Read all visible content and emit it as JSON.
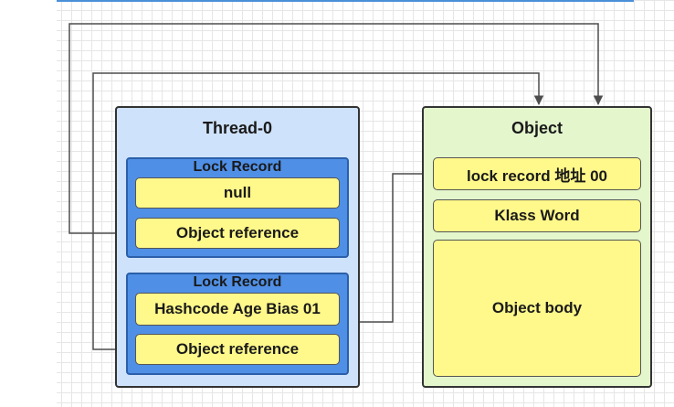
{
  "diagram": {
    "thread": {
      "title": "Thread-0",
      "records": [
        {
          "title": "Lock Record",
          "slot1": "null",
          "slot2": "Object reference"
        },
        {
          "title": "Lock Record",
          "slot1": "Hashcode Age Bias 01",
          "slot2": "Object reference"
        }
      ]
    },
    "object": {
      "title": "Object",
      "mark_word": "lock record 地址 00",
      "klass_word": "Klass Word",
      "body": "Object body"
    }
  },
  "colors": {
    "thread_bg": "#cfe2fb",
    "object_bg": "#e4f7cc",
    "lock_record_bg": "#4f8fe6",
    "cell_bg": "#fff88a",
    "line": "#4d4d4d"
  }
}
